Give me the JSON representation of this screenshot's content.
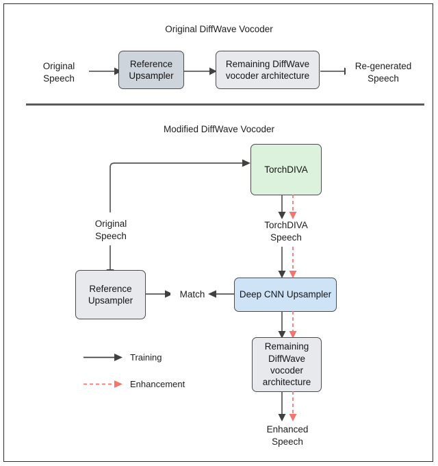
{
  "figure": {
    "sections": [
      {
        "id": "original",
        "title": "Original DiffWave Vocoder"
      },
      {
        "id": "modified",
        "title": "Modified DiffWave Vocoder"
      }
    ],
    "colors": {
      "reference_upsampler_fill": "#ced4db",
      "remaining_diffwave_fill": "#e7e9ec",
      "torchdiva_fill": "#dcf2dc",
      "deep_cnn_upsampler_fill": "#cfe3f7",
      "node_border": "#4a4a4a",
      "training_edge": "#404040",
      "enhancement_edge": "#f4746e",
      "frame_border": "#2b2b2b",
      "divider": "#5a5a5a"
    },
    "original_section": {
      "input_label": "Original\nSpeech",
      "input_label_line1": "Original",
      "input_label_line2": "Speech",
      "nodes": [
        {
          "id": "ref-upsampler-top",
          "line1": "Reference",
          "line2": "Upsampler"
        },
        {
          "id": "remaining-diffwave-top",
          "line1": "Remaining DiffWave",
          "line2": "vocoder architecture"
        }
      ],
      "output_label_line1": "Re-generated",
      "output_label_line2": "Speech"
    },
    "modified_section": {
      "nodes": [
        {
          "id": "torchdiva",
          "label": "TorchDIVA"
        },
        {
          "id": "ref-upsampler-bottom",
          "line1": "Reference",
          "line2": "Upsampler"
        },
        {
          "id": "deep-cnn-upsampler",
          "label": "Deep CNN Upsampler"
        },
        {
          "id": "remaining-diffwave-bottom",
          "line1": "Remaining",
          "line2": "DiffWave",
          "line3": "vocoder",
          "line4": "architecture"
        }
      ],
      "labels": {
        "original_speech_line1": "Original",
        "original_speech_line2": "Speech",
        "torchdiva_speech_line1": "TorchDIVA",
        "torchdiva_speech_line2": "Speech",
        "match": "Match",
        "enhanced_speech_line1": "Enhanced",
        "enhanced_speech_line2": "Speech"
      }
    },
    "legend": {
      "items": [
        {
          "id": "training",
          "label": "Training",
          "style": "solid",
          "color": "#404040"
        },
        {
          "id": "enhancement",
          "label": "Enhancement",
          "style": "dashed",
          "color": "#f4746e"
        }
      ]
    }
  }
}
